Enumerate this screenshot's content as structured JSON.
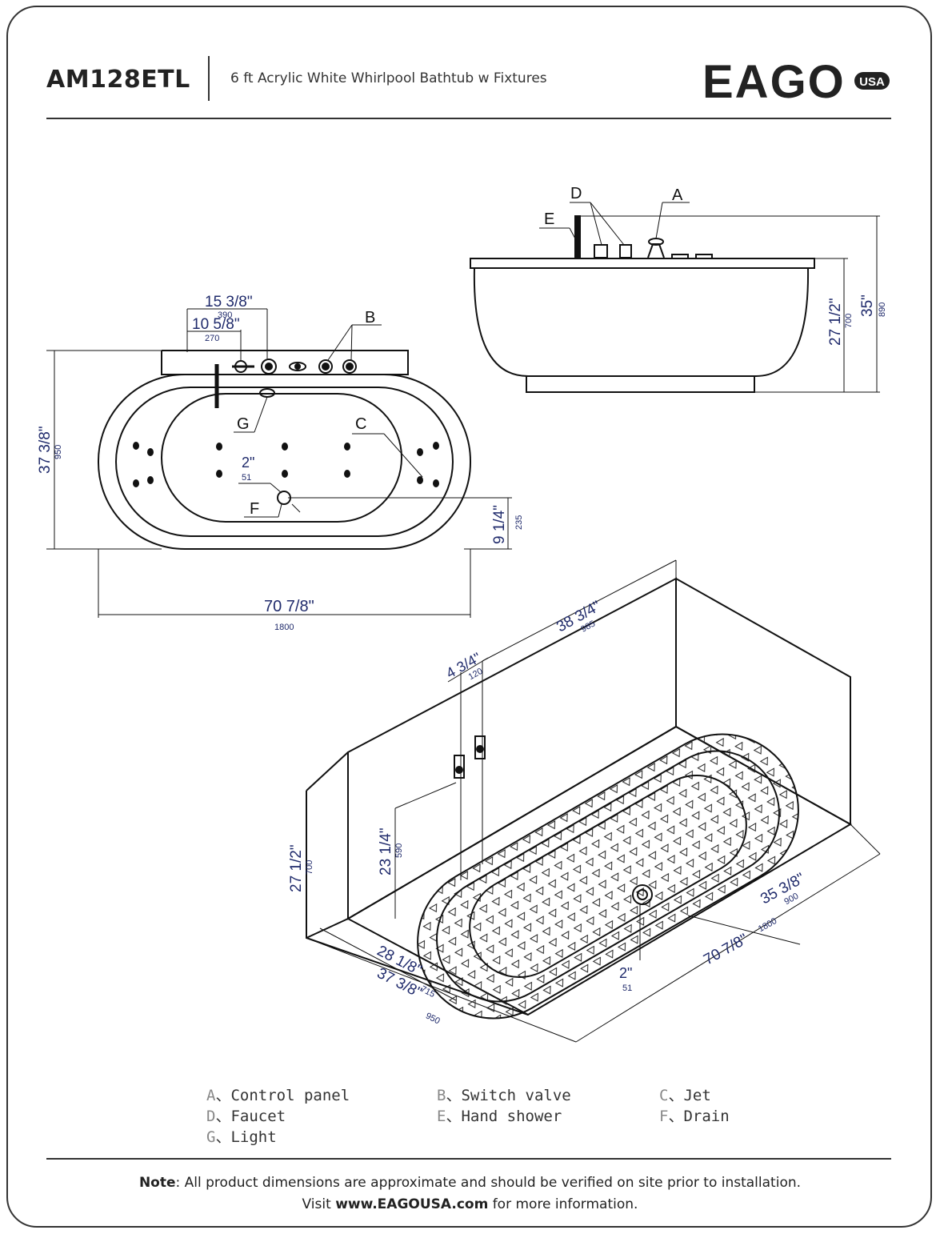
{
  "header": {
    "model": "AM128ETL",
    "subtitle": "6 ft Acrylic White Whirlpool Bathtub w Fixtures",
    "brand": "EAGO",
    "brand_suffix": "USA"
  },
  "top_view": {
    "dims": {
      "d_15_38": "15 3/8\"",
      "d_390": "390",
      "d_10_58": "10 5/8\"",
      "d_270": "270",
      "d_37_38": "37 3/8\"",
      "d_950": "950",
      "d_2": "2\"",
      "d_51": "51",
      "d_9_14": "9 1/4\"",
      "d_235": "235",
      "d_70_78": "70 7/8\"",
      "d_1800": "1800"
    },
    "labels": {
      "B": "B",
      "G": "G",
      "C": "C",
      "F": "F"
    }
  },
  "side_view": {
    "dims": {
      "d_27_12": "27 1/2\"",
      "d_700": "700",
      "d_35": "35\"",
      "d_890": "890"
    },
    "labels": {
      "D": "D",
      "A": "A",
      "E": "E"
    }
  },
  "iso_view": {
    "dims": {
      "d_38_34": "38 3/4\"",
      "d_985": "985",
      "d_4_34": "4 3/4\"",
      "d_120": "120",
      "d_27_12": "27 1/2\"",
      "d_700": "700",
      "d_23_14": "23 1/4\"",
      "d_590": "590",
      "d_35_38": "35 3/8\"",
      "d_900": "900",
      "d_70_78": "70 7/8\"",
      "d_1800": "1800",
      "d_28_18": "28 1/8\"",
      "d_715": "715",
      "d_37_38": "37 3/8\"",
      "d_950": "950",
      "d_2": "2\"",
      "d_51": "51"
    }
  },
  "legend": [
    {
      "letter": "A",
      "text": "、Control panel"
    },
    {
      "letter": "B",
      "text": "、Switch valve"
    },
    {
      "letter": "C",
      "text": "、Jet"
    },
    {
      "letter": "D",
      "text": "、Faucet"
    },
    {
      "letter": "E",
      "text": "、Hand shower"
    },
    {
      "letter": "F",
      "text": "、Drain"
    },
    {
      "letter": "G",
      "text": "、Light"
    }
  ],
  "footer": {
    "note_label": "Note",
    "note_text": ": All product dimensions are approximate and should be verified on site prior to installation.",
    "visit_prefix": "Visit ",
    "url": "www.EAGOUSA.com",
    "visit_suffix": " for more information."
  }
}
